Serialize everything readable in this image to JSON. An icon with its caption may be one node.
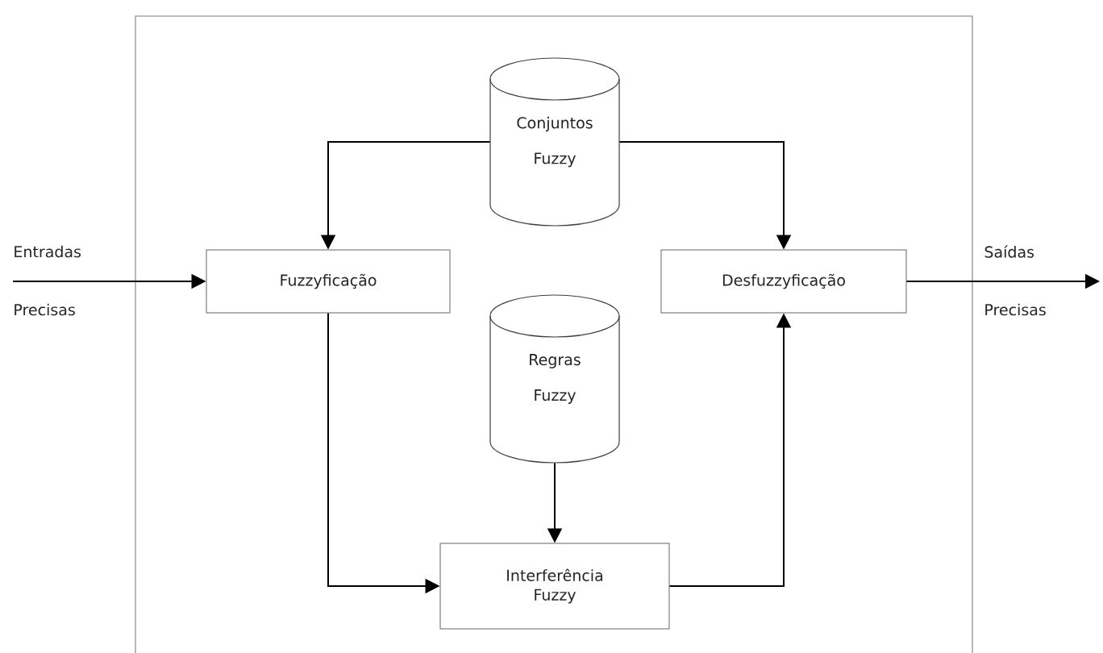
{
  "diagram": {
    "nodes": [
      {
        "text": [],
        "shape": "box"
      },
      {
        "text": [
          "Conjuntos Fuzzy"
        ],
        "in": 0
      },
      {
        "text": [
          "Fuzzyficação"
        ],
        "in": 0
      },
      {
        "text": [
          "Desfuzzyficação"
        ],
        "in": 0
      },
      {
        "text": [
          "Regras Fuzzy"
        ],
        "in": 0
      },
      {
        "text": [
          "Interferência Fuzzy"
        ],
        "in": 0
      }
    ],
    "edges": [
      {
        "from": 1,
        "to": 2,
        "arrow": "to"
      },
      {
        "from": 1,
        "to": 3,
        "arrow": "to"
      },
      {
        "from": null,
        "to": 2,
        "arrow": "to"
      },
      {
        "from": 3,
        "to": null,
        "arrow": "to"
      },
      {
        "from": 2,
        "to": 5,
        "arrow": "to"
      },
      {
        "from": 4,
        "to": 5,
        "arrow": "to"
      },
      {
        "from": 5,
        "to": 3,
        "arrow": "to"
      }
    ],
    "labels": [
      "Entradas",
      "Precisas",
      "Saídas",
      "Precisas"
    ]
  }
}
